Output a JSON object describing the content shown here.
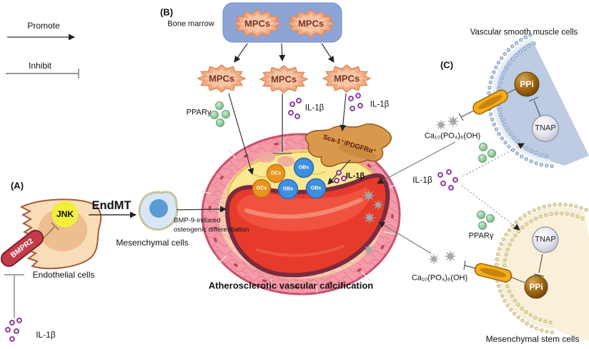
{
  "legend": {
    "promote": "Promote",
    "inhibit": "Inhibit"
  },
  "panel_a": {
    "label": "(A)",
    "jnk": "JNK",
    "bmpr2": "BMPR2",
    "endmt": "EndMT",
    "endothelial": "Endothelial cells",
    "mesenchymal": "Mesenchymal cells",
    "il1b": "IL-1β",
    "bmp9_line1": "BMP-9-induced",
    "bmp9_line2": "osteogenic differentiation"
  },
  "panel_b": {
    "label": "(B)",
    "bone_marrow": "Bone marrow",
    "mpc": "MPCs",
    "ppar": "PPARγ",
    "il1b": "IL-1β",
    "sca1": "Sca-1⁺/PDGFRα⁺"
  },
  "vessel": {
    "title": "Atherosclerotic vascular calcification",
    "ocs": "OCs",
    "obs": "OBs",
    "il1b": "IL-1β"
  },
  "panel_c": {
    "label": "(C)",
    "vsmc_title": "Vascular smooth muscle cells",
    "msc_title": "Mesenchymal stem cells",
    "ppi": "PPi",
    "tnap": "TNAP",
    "ca": "Ca₁₀(PO₄)₆(OH)",
    "il1b": "IL-1β",
    "ppar": "PPARγ"
  },
  "colors": {
    "background": "#ffffff",
    "bone_marrow_box": "#8da4d6",
    "mpc_fill": "#f2ac84",
    "plaque_yellow": "#fbe892",
    "lumen_red": "#e63b2a",
    "vessel_wall_pink": "#f49aa8",
    "vsmc_fill": "#bdcbe3",
    "msc_fill": "#faf0d9",
    "ppi_brown": "#a06a16",
    "tnap_silver": "#e2e2ec",
    "green_particle": "#8fce9f",
    "purple_particle": "#83309a",
    "crystal_gray": "#a6a6a6",
    "channel_gold": "#f4ad1e"
  }
}
